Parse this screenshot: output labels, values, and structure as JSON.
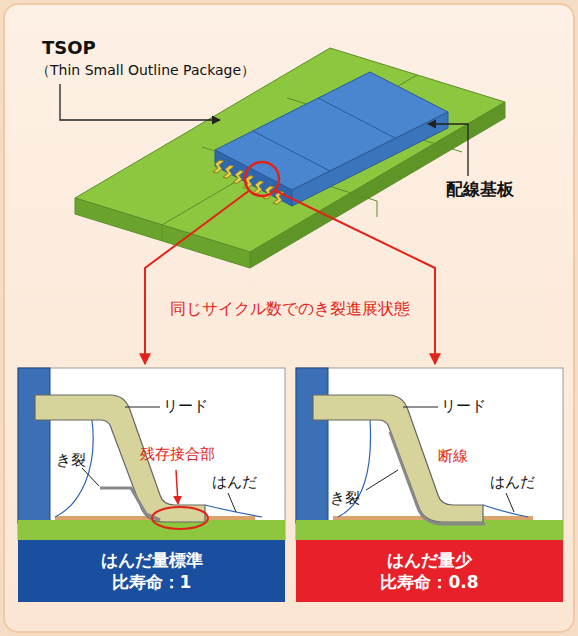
{
  "diagram": {
    "nodes": [
      {
        "text": [
          "はんだ量標準",
          "比寿命：1"
        ]
      },
      {
        "text": [
          "はんだ量少",
          "比寿命：0.8"
        ]
      }
    ],
    "labels": [
      "TSOP",
      "（Thin Small Outline Package）",
      "配線基板",
      "同じサイクル数でのき裂進展状態",
      "リード",
      "き裂",
      "残存接合部",
      "はんだ",
      "リード",
      "き裂",
      "断線",
      "はんだ"
    ]
  }
}
